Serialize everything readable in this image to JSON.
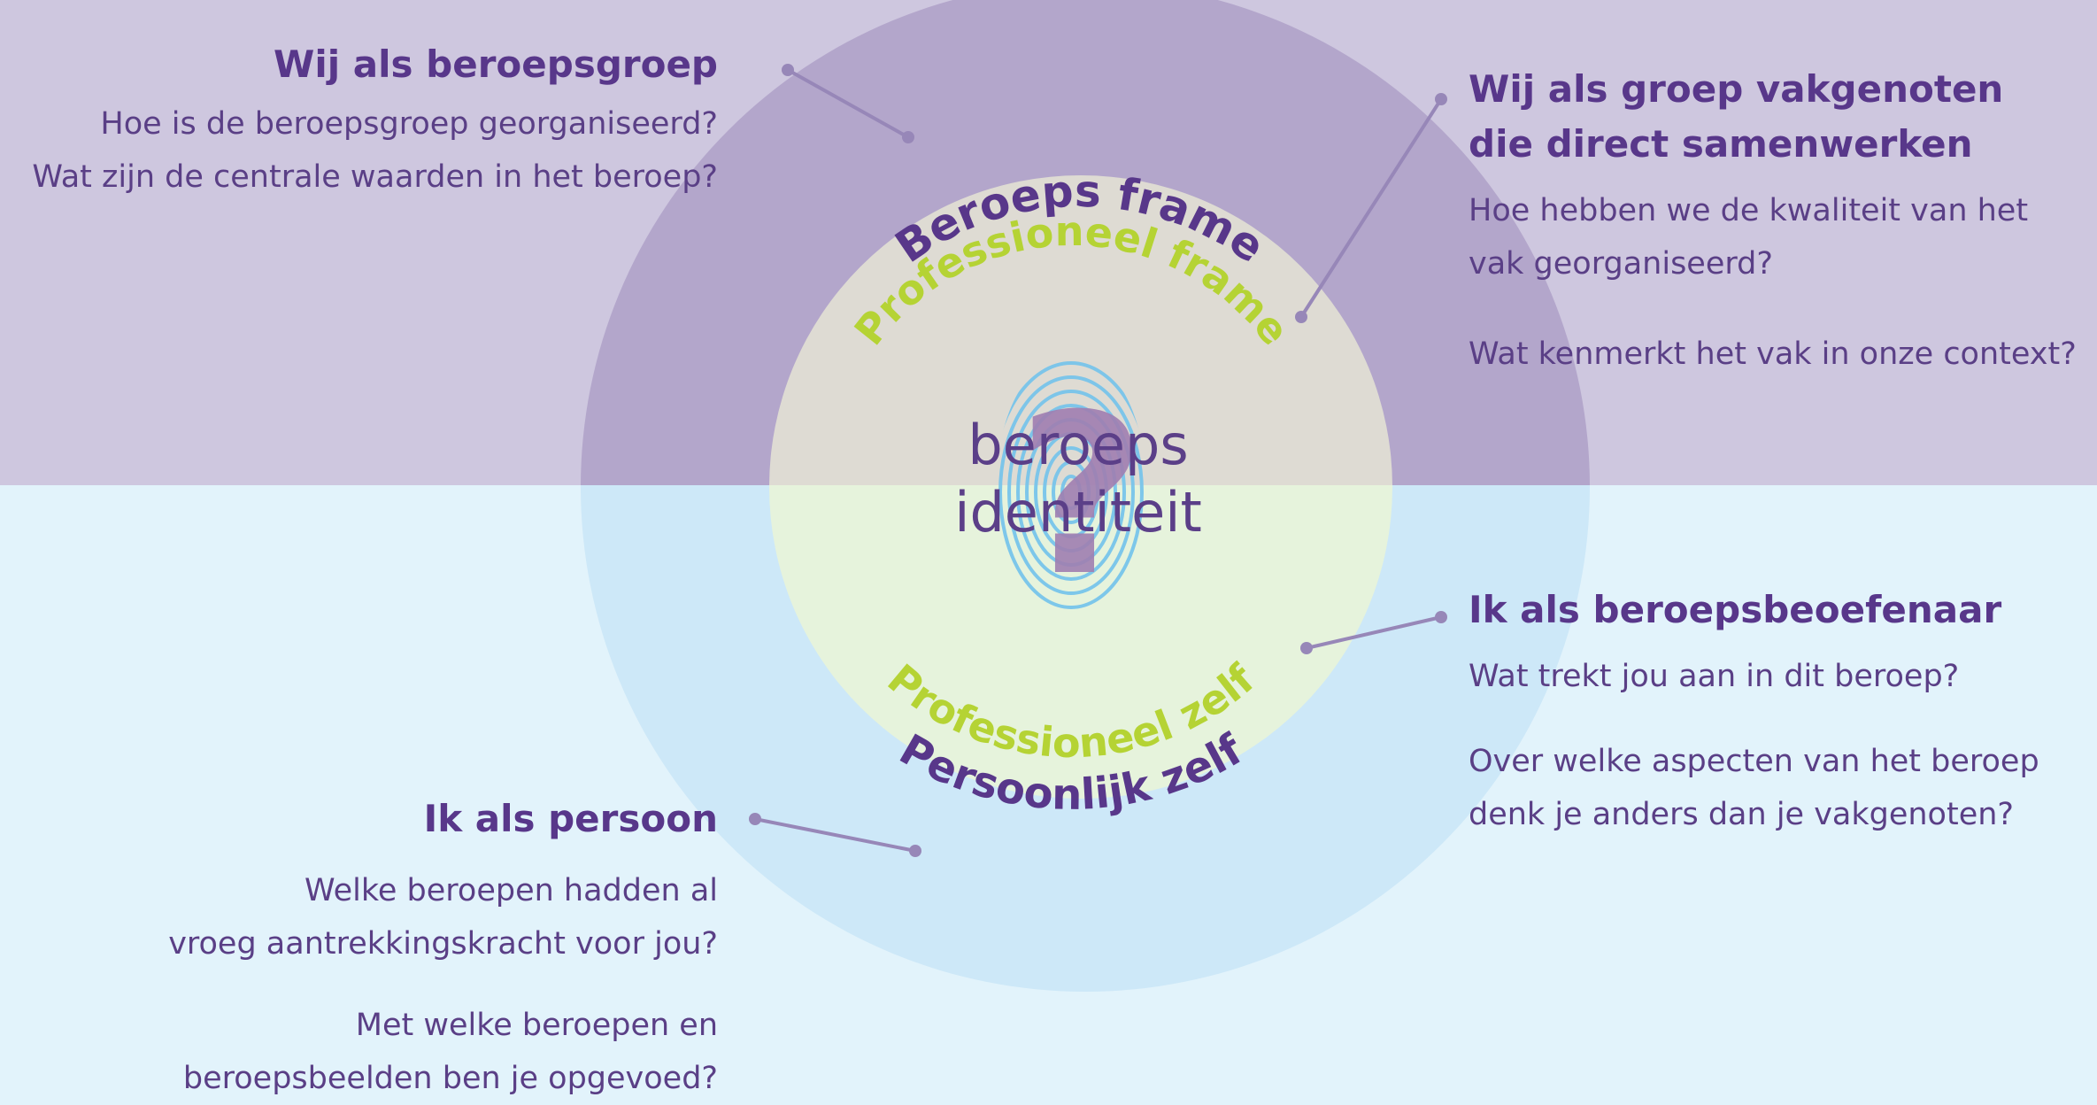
{
  "colors": {
    "top_band": "#cec7df",
    "bottom_band": "#e2f3fb",
    "outer_ring_top": "#b3a6cb",
    "outer_ring_bottom": "#cde8f8",
    "inner_circle_top": "#dedbd3",
    "inner_circle_bottom": "#e6f3dc",
    "outer_label": "#58378a",
    "inner_label": "#b5d334",
    "connector": "#9787b8",
    "fingerprint": "#78c4ea",
    "question_mark": "#a07fb1"
  },
  "center": {
    "line1": "beroeps",
    "line2": "identiteit",
    "icon": "fingerprint-question-icon"
  },
  "rings": {
    "outer_top": "Beroeps frame",
    "inner_top": "Professioneel frame",
    "inner_bottom": "Professioneel zelf",
    "outer_bottom": "Persoonlijk zelf"
  },
  "top_left": {
    "heading": "Wij als beroepsgroep",
    "q1": "Hoe is de beroepsgroep georganiseerd?",
    "q2": "Wat zijn de centrale waarden in het beroep?"
  },
  "top_right": {
    "heading_line1": "Wij als groep vakgenoten",
    "heading_line2": "die direct samenwerken",
    "q1_line1": "Hoe hebben we de kwaliteit van het",
    "q1_line2": "vak georganiseerd?",
    "q2": "Wat kenmerkt het vak in onze context?"
  },
  "bottom_right": {
    "heading": "Ik als beroepsbeoefenaar",
    "q1": "Wat trekt jou  aan in dit beroep?",
    "q2_line1": "Over welke aspecten van het beroep",
    "q2_line2": "denk je anders dan je vakgenoten?"
  },
  "bottom_left": {
    "heading": "Ik als persoon",
    "q1_line1": "Welke beroepen hadden al",
    "q1_line2": "vroeg aantrekkingskracht voor jou?",
    "q2_line1": "Met welke beroepen en",
    "q2_line2": "beroepsbeelden ben je opgevoed?"
  }
}
